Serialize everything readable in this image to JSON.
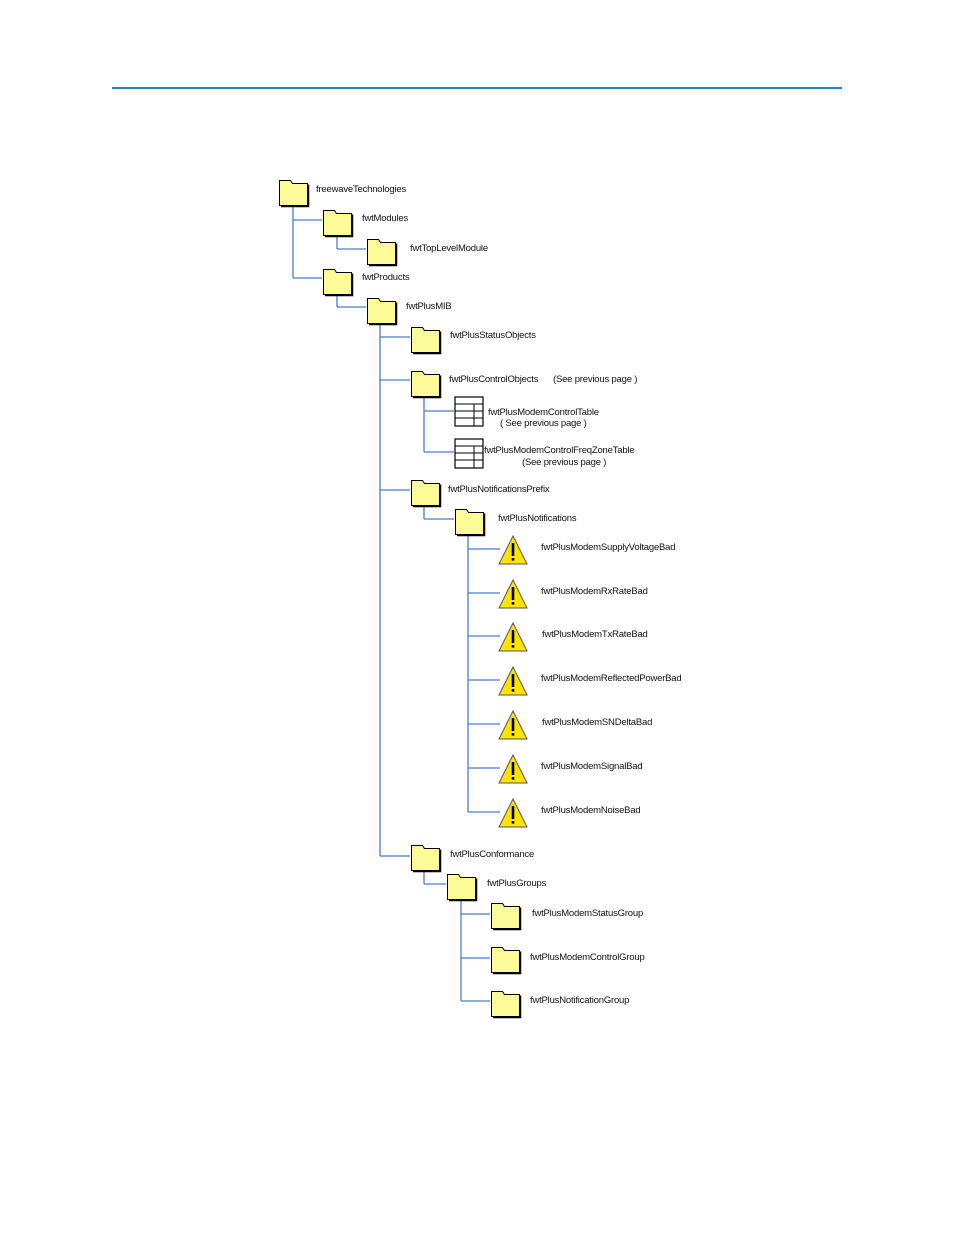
{
  "colors": {
    "rule": "#1b87c9",
    "connector": "#4a7cc9",
    "folder": "#fdfb98",
    "warning": "#ffe400"
  },
  "tree": [
    {
      "label": "freewaveTechnologies",
      "icon": "folder-icon"
    },
    {
      "label": "fwtModules",
      "icon": "folder-icon"
    },
    {
      "label": "fwtTopLevelModule",
      "icon": "folder-icon"
    },
    {
      "label": "fwtProducts",
      "icon": "folder-icon"
    },
    {
      "label": "fwtPlusMIB",
      "icon": "folder-icon"
    },
    {
      "label": "fwtPlusStatusObjects",
      "icon": "folder-icon"
    },
    {
      "label": "fwtPlusControlObjects",
      "note": "(See previous page  )",
      "icon": "folder-icon"
    },
    {
      "label": "fwtPlusModemControlTable",
      "note": "( See previous page  )",
      "icon": "table-icon"
    },
    {
      "label": "fwtPlusModemControlFreqZoneTable",
      "note": "(See previous page  )",
      "icon": "table-icon"
    },
    {
      "label": "fwtPlusNotificationsPrefix",
      "icon": "folder-icon"
    },
    {
      "label": "fwtPlusNotifications",
      "icon": "folder-icon"
    },
    {
      "label": "fwtPlusModemSupplyVoltageBad",
      "icon": "warning-icon"
    },
    {
      "label": "fwtPlusModemRxRateBad",
      "icon": "warning-icon"
    },
    {
      "label": "fwtPlusModemTxRateBad",
      "icon": "warning-icon"
    },
    {
      "label": "fwtPlusModemReflectedPowerBad",
      "icon": "warning-icon"
    },
    {
      "label": "fwtPlusModemSNDeltaBad",
      "icon": "warning-icon"
    },
    {
      "label": "fwtPlusModemSignalBad",
      "icon": "warning-icon"
    },
    {
      "label": "fwtPlusModemNoiseBad",
      "icon": "warning-icon"
    },
    {
      "label": "fwtPlusConformance",
      "icon": "folder-icon"
    },
    {
      "label": "fwtPlusGroups",
      "icon": "folder-icon"
    },
    {
      "label": "fwtPlusModemStatusGroup",
      "icon": "folder-icon"
    },
    {
      "label": "fwtPlusModemControlGroup",
      "icon": "folder-icon"
    },
    {
      "label": "fwtPlusNotificationGroup",
      "icon": "folder-icon"
    }
  ]
}
